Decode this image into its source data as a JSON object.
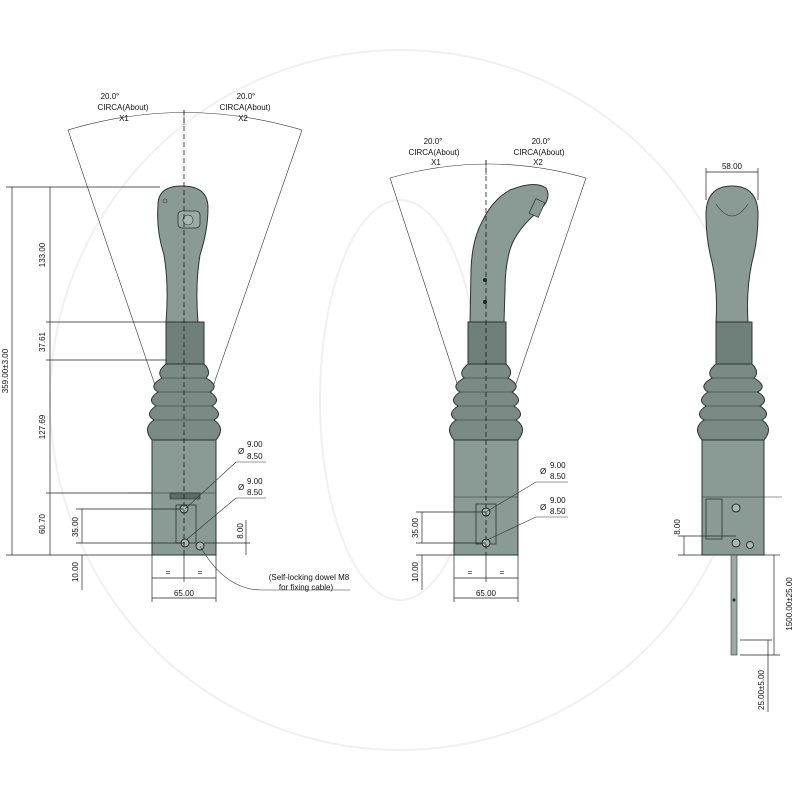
{
  "front": {
    "angle_left": "20.0°",
    "circa_left": "CIRCA(About)",
    "axis_left": "X1",
    "angle_right": "20.0°",
    "circa_right": "CIRCA(About)",
    "axis_right": "X2",
    "dim_total": "359.00±3.00",
    "dim_133": "133.00",
    "dim_3761": "37.61",
    "dim_12769": "127.69",
    "dim_6070": "60.70",
    "dim_35": "35.00",
    "dim_10": "10.00",
    "dim_8": "8.00",
    "hole1_dia": "9.00",
    "hole1_dia2": "8.50",
    "hole1_symbol": "Ø",
    "hole2_dia": "9.00",
    "hole2_dia2": "8.50",
    "hole2_symbol": "Ø",
    "eq_left": "=",
    "eq_right": "=",
    "dim_65": "65.00",
    "dowel_line1": "(Self-locking dowel M8",
    "dowel_line2": "for fixing cable)"
  },
  "side": {
    "angle_left": "20.0°",
    "circa_left": "CIRCA(About)",
    "axis_left": "X1",
    "angle_right": "20.0°",
    "circa_right": "CIRCA(About)",
    "axis_right": "X2",
    "hole1_dia": "9.00",
    "hole1_dia2": "8.50",
    "hole1_symbol": "Ø",
    "hole2_dia": "9.00",
    "hole2_dia2": "8.50",
    "hole2_symbol": "Ø",
    "dim_35": "35.00",
    "dim_10": "10.00",
    "eq_left": "=",
    "eq_right": "=",
    "dim_65": "65.00"
  },
  "rear": {
    "dim_58": "58.00",
    "dim_8": "8.00",
    "dim_cable": "1500.00±25.00",
    "dim_25": "25.00±5.00"
  }
}
